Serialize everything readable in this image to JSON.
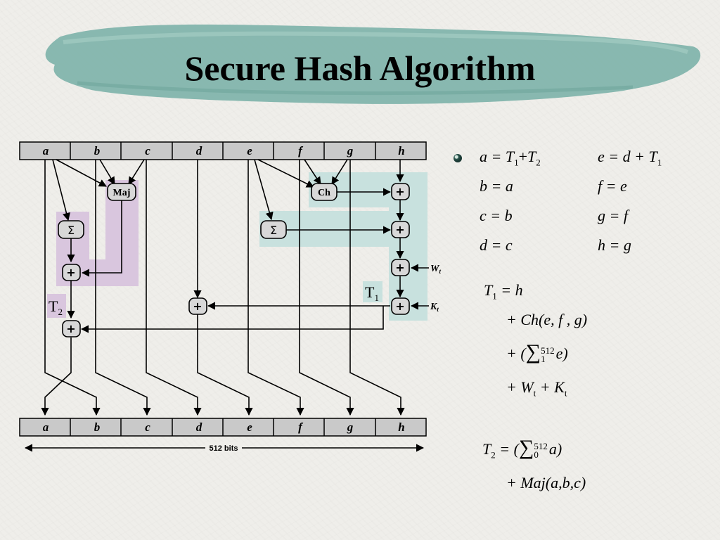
{
  "title": "Secure Hash Algorithm",
  "registers_top": [
    "a",
    "b",
    "c",
    "d",
    "e",
    "f",
    "g",
    "h"
  ],
  "registers_bottom": [
    "a",
    "b",
    "c",
    "d",
    "e",
    "f",
    "g",
    "h"
  ],
  "node_labels": {
    "maj": "Maj",
    "ch": "Ch",
    "sigma": "Σ",
    "plus": "+",
    "wt": "W",
    "wt_sub": "t",
    "kt": "K",
    "kt_sub": "t",
    "t1_main": "T",
    "t1_sub": "1",
    "t2_main": "T",
    "t2_sub": "2"
  },
  "width_label": "512 bits",
  "assignments": {
    "a_left": "a = ",
    "a_T": "T",
    "a_s1": "1",
    "a_plus": "+",
    "a_T2": "T",
    "a_s2": "2",
    "b": "b = a",
    "c": "c = b",
    "d": "d = c",
    "e_left": "e = d + T",
    "e_s": "1",
    "f": "f = e",
    "g": "g = f",
    "h": "h = g"
  },
  "t1_formula": {
    "l1_T": "T",
    "l1_sub": "1",
    "l1_rest": " = h",
    "l2": "+ Ch(e, f , g)",
    "l3_open": "+ (",
    "l3_sup": "512",
    "l3_inf": "1",
    "l3_var": "e)",
    "l4_a": "+ W",
    "l4_asub": "t",
    "l4_b": " + K",
    "l4_bsub": "t"
  },
  "t2_formula": {
    "l1_T": "T",
    "l1_sub": "2",
    "l1_open": " = (",
    "l1_sup": "512",
    "l1_inf": "0",
    "l1_var": "a)",
    "l2": "+ Maj(a,b,c)"
  },
  "colors": {
    "banner": "#7fb3aa",
    "purple_region": "#d9c6de",
    "teal_region": "#c8e1de",
    "register_fill": "#c9c9c9",
    "node_fill": "#d8d8d8"
  }
}
